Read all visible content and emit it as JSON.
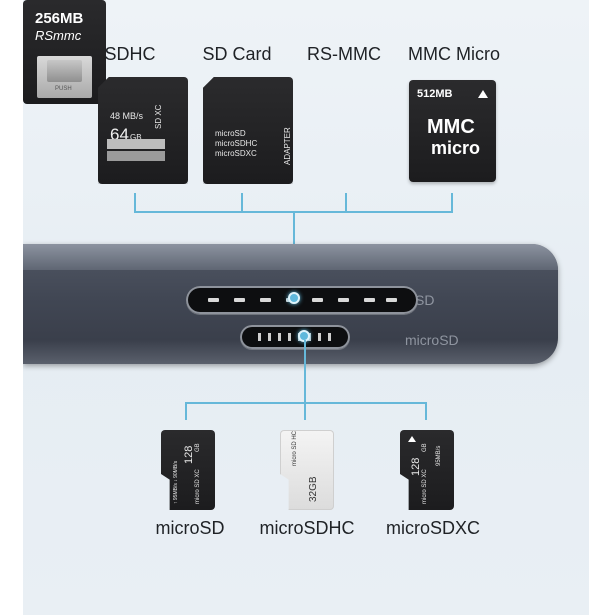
{
  "top_cards": {
    "sdhc": {
      "label": "SDHC",
      "speed": "48 MB/s",
      "capacity": "64",
      "unit": "GB",
      "mark": "SD XC"
    },
    "sd_card": {
      "label": "SD Card",
      "lines": [
        "microSD",
        "microSDHC",
        "microSDXC"
      ],
      "side_text": "ADAPTER"
    },
    "rs_mmc": {
      "label": "RS-MMC",
      "capacity": "256MB",
      "brand": "RSmmc",
      "push": "PUSH"
    },
    "mmc_micro": {
      "label": "MMC Micro",
      "capacity": "512MB",
      "line1": "MMC",
      "line2": "micro"
    }
  },
  "hub": {
    "sd_label": "SD",
    "microsd_label": "microSD"
  },
  "bottom_cards": {
    "microsd": {
      "label": "microSD",
      "capacity": "128",
      "unit": "GB",
      "speed": "↑ 95MB/s ↓ 90MB/s",
      "mark": "micro SD XC"
    },
    "microsdhc": {
      "label": "microSDHC",
      "capacity": "32GB",
      "mark": "micro SD HC"
    },
    "microsdxc": {
      "label": "microSDXC",
      "capacity": "128",
      "unit": "GB",
      "speed": "95MB/s",
      "mark": "micro SD XC"
    }
  },
  "colors": {
    "connector": "#66b8d9",
    "hub_body": "#414754",
    "background": "#e9eff4"
  }
}
